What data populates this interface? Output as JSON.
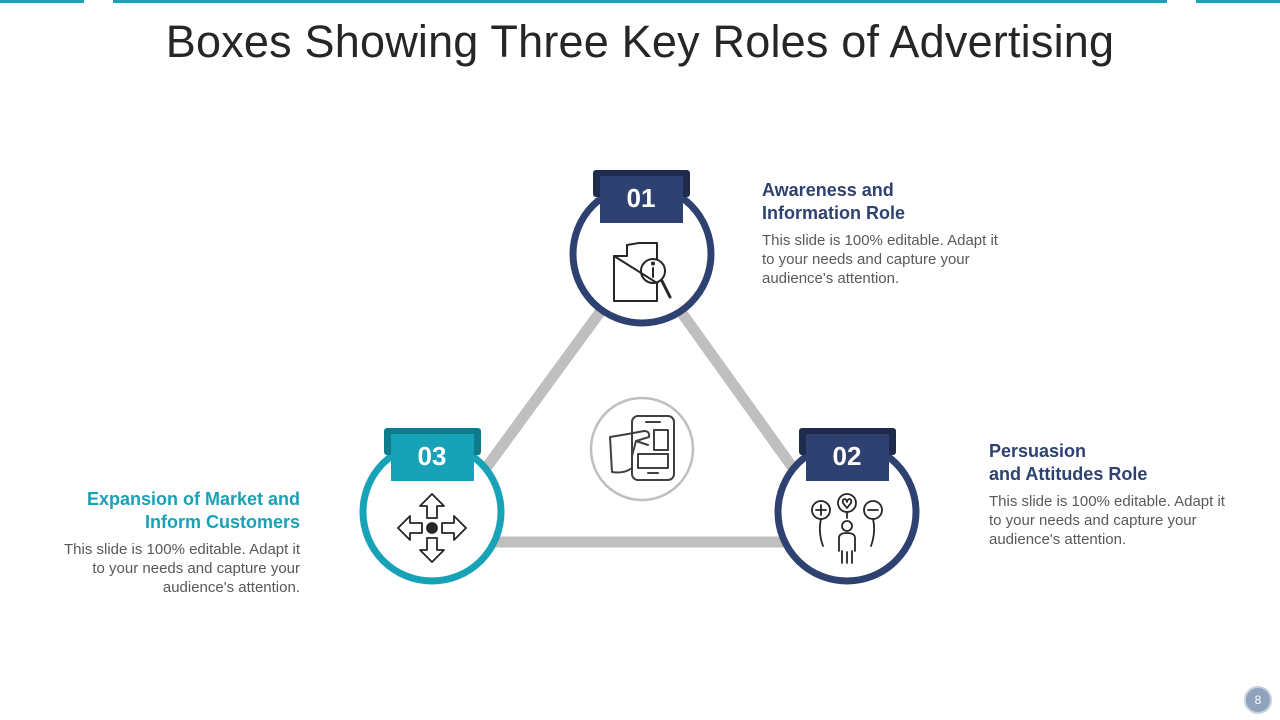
{
  "title": "Boxes Showing Three Key Roles of Advertising",
  "colors": {
    "navy": "#2E4170",
    "teal": "#17A2B8",
    "connector": "#BFBFBF",
    "accent_line": "#1BA3B5"
  },
  "roles": [
    {
      "number": "01",
      "heading_line1": "Awareness and",
      "heading_line2": "Information Role",
      "body": "This slide is 100% editable. Adapt it to your needs and capture your audience's attention.",
      "icon": "document-search-icon"
    },
    {
      "number": "02",
      "heading_line1": "Persuasion",
      "heading_line2": "and Attitudes Role",
      "body": "This slide is 100% editable. Adapt it to your needs and capture your audience's attention.",
      "icon": "person-balloons-icon"
    },
    {
      "number": "03",
      "heading_line1": "Expansion of Market and",
      "heading_line2": "Inform Customers",
      "body": "This slide is 100% editable. Adapt it to your needs and capture your audience's attention.",
      "icon": "four-arrows-icon"
    }
  ],
  "center_icon": "mobile-tap-icon",
  "page_number": "8"
}
